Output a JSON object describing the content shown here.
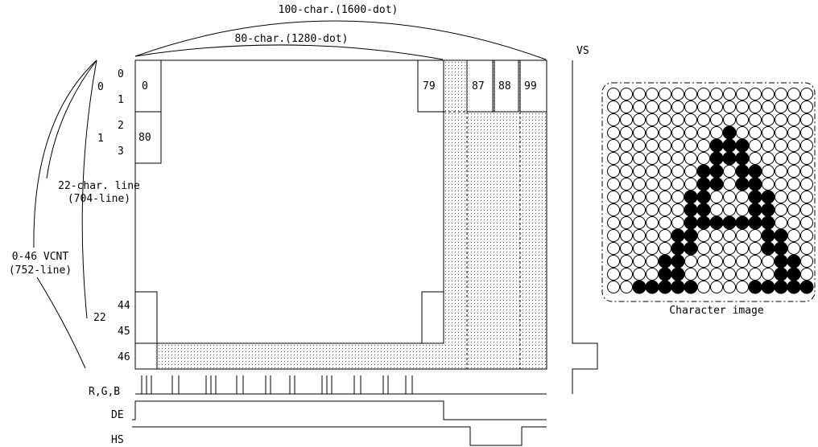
{
  "labels": {
    "total_width": "100-char.(1600-dot)",
    "active_width": "80-char.(1280-dot)",
    "vs": "VS",
    "char_line_1": "22-char. line",
    "char_line_2": "(704-line)",
    "vcnt_1": "0-46 VCNT",
    "vcnt_2": "(752-line)",
    "row_count": "22",
    "rgb": "R,G,B",
    "de": "DE",
    "hs": "HS",
    "caption": "Character image"
  },
  "cells": {
    "c0": "0",
    "c79": "79",
    "c87": "87",
    "c88": "88",
    "c99": "99",
    "c80": "80"
  },
  "line_numbers": [
    "0",
    "1",
    "2",
    "3",
    "44",
    "45",
    "46"
  ],
  "char_rows": [
    "0",
    "1"
  ],
  "glyph": {
    "columns": 16,
    "rows": 16,
    "pattern": [
      "0000000000000000",
      "0000000000000000",
      "0000000000000000",
      "0000000001000000",
      "0000000011100000",
      "0000000011100000",
      "0000000110110000",
      "0000000110110000",
      "0000001100011000",
      "0000001100011000",
      "0000001111111000",
      "0000011000001100",
      "0000011000001100",
      "0000110000000110",
      "0000110000000110",
      "0011111000011111"
    ]
  }
}
